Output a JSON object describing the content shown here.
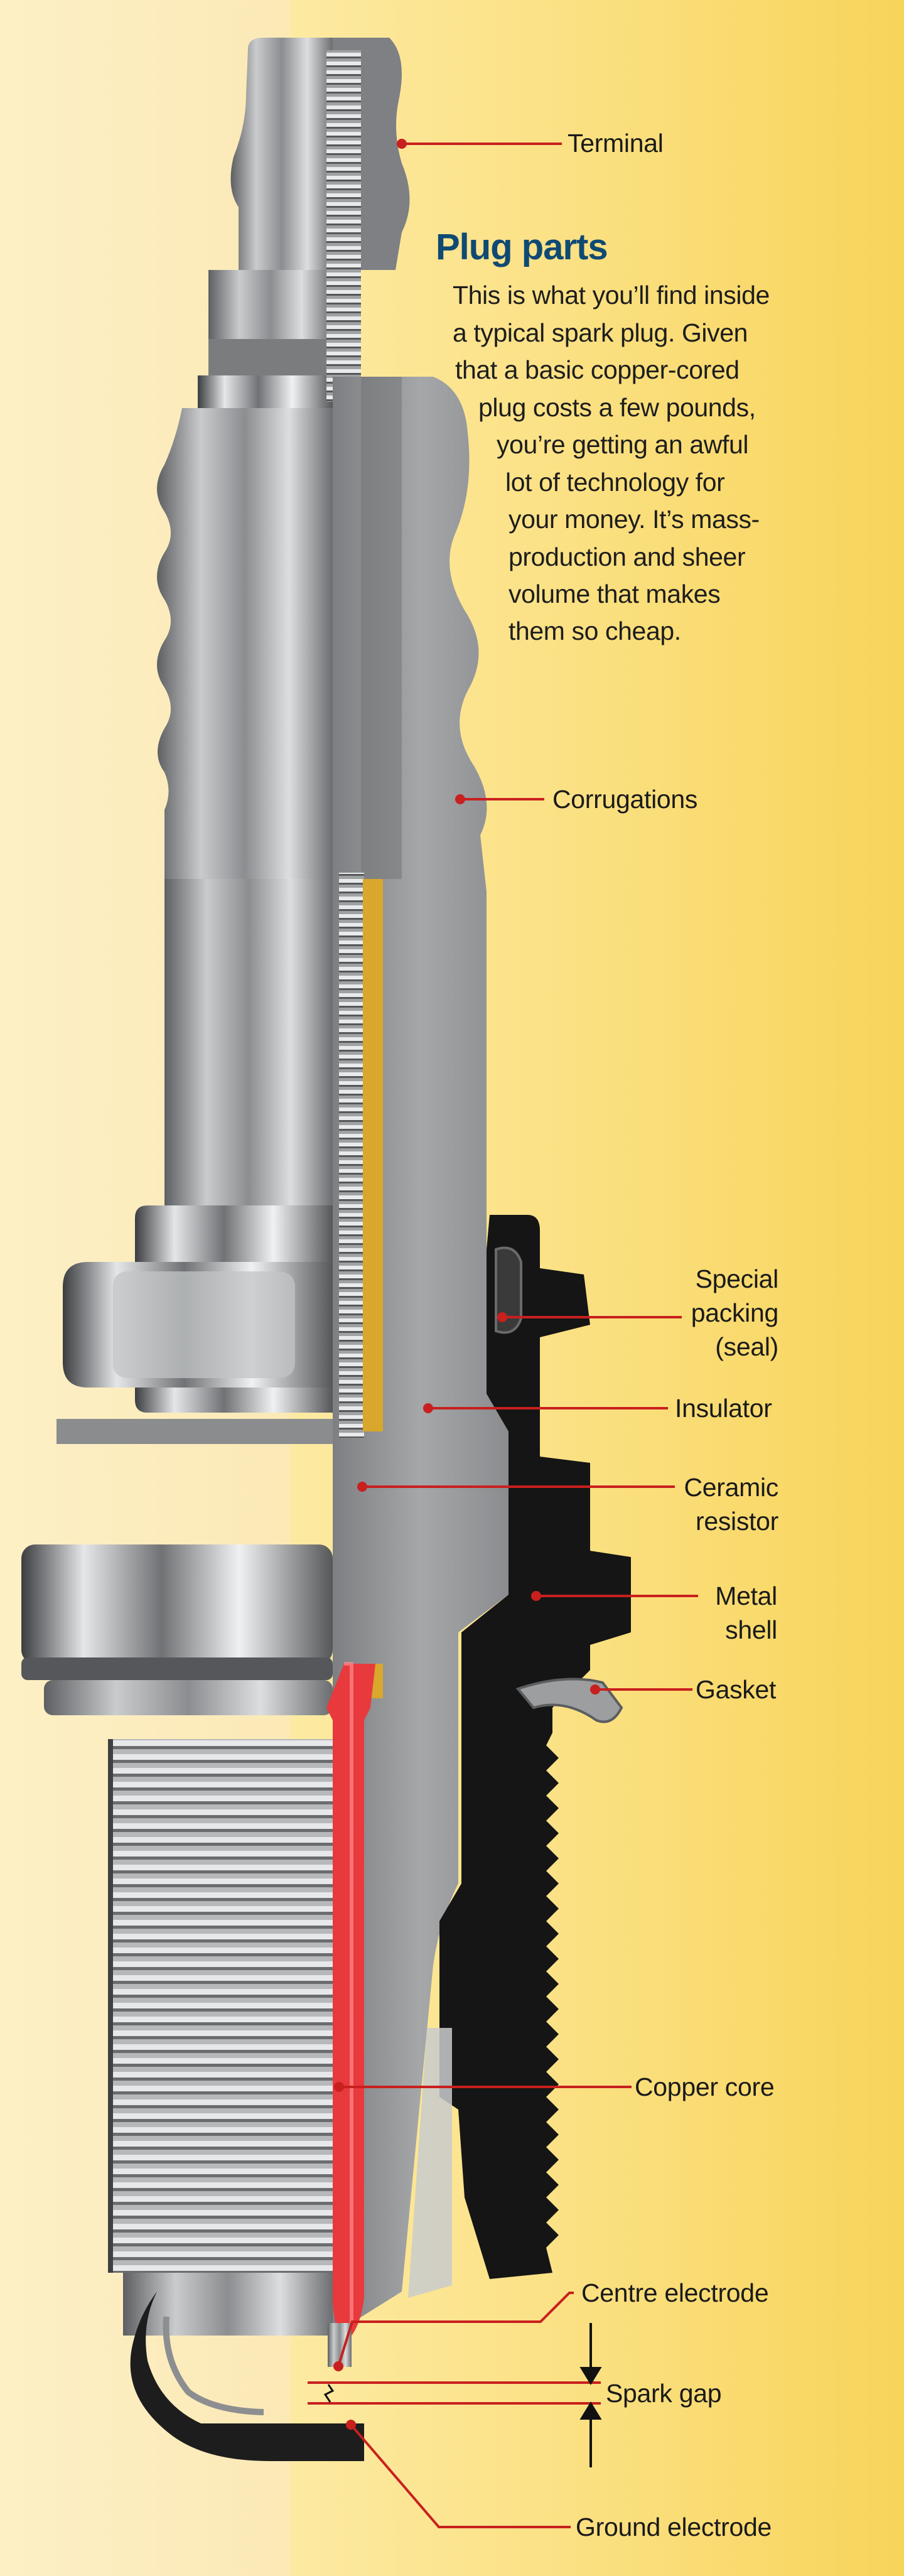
{
  "title": "Plug parts",
  "intro_lines": [
    "This is what you’ll find inside",
    "a typical spark plug. Given",
    "that a basic copper-cored",
    "plug costs a few pounds,",
    "you’re getting an awful",
    "lot of technology for",
    "your money. It’s mass-",
    "production and sheer",
    "volume that makes",
    "them so cheap."
  ],
  "labels": {
    "terminal": "Terminal",
    "corrugations": "Corrugations",
    "special_packing": [
      "Special",
      "packing",
      "(seal)"
    ],
    "insulator": "Insulator",
    "ceramic_resistor": [
      "Ceramic",
      "resistor"
    ],
    "metal_shell": [
      "Metal",
      "shell"
    ],
    "gasket": "Gasket",
    "copper_core": "Copper core",
    "centre_electrode": "Centre electrode",
    "spark_gap": "Spark gap",
    "ground_electrode": "Ground electrode"
  },
  "colors": {
    "leader": "#c8201e",
    "copper_core": "#e8393d",
    "insulator": "#8d8f91",
    "metal_shell": "#151515",
    "resistor": "#d8a72b",
    "title": "#0f4a73"
  }
}
